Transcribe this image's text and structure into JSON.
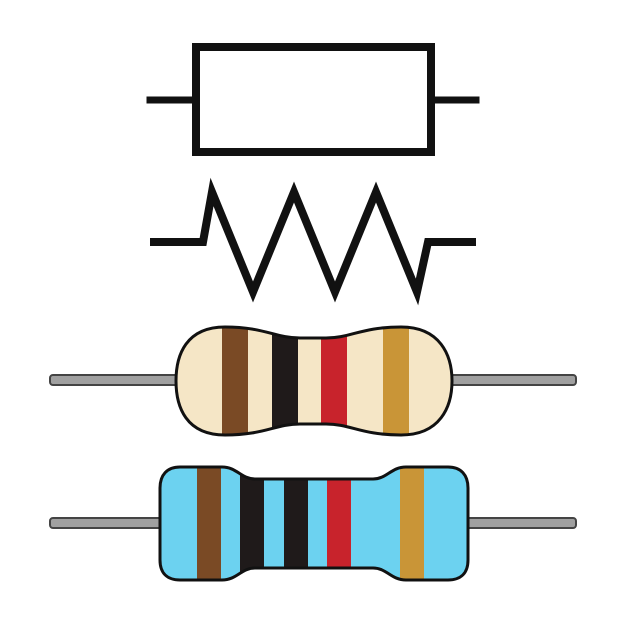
{
  "symbols": [
    {
      "kind": "rectangular-resistor-symbol"
    },
    {
      "kind": "zigzag-resistor-symbol"
    }
  ],
  "resistors": [
    {
      "kind": "four-band-resistor",
      "body_color": "#f5e6c6",
      "bands": [
        "#7a4a25",
        "#1f1a1a",
        "#c8232c",
        "#c99537"
      ]
    },
    {
      "kind": "five-band-resistor",
      "body_color": "#6cd2f0",
      "bands": [
        "#7a4a25",
        "#1f1a1a",
        "#1f1a1a",
        "#c8232c",
        "#c99537"
      ]
    }
  ],
  "colors": {
    "stroke": "#111111",
    "lead": "#a0a0a0",
    "background": "#ffffff"
  }
}
